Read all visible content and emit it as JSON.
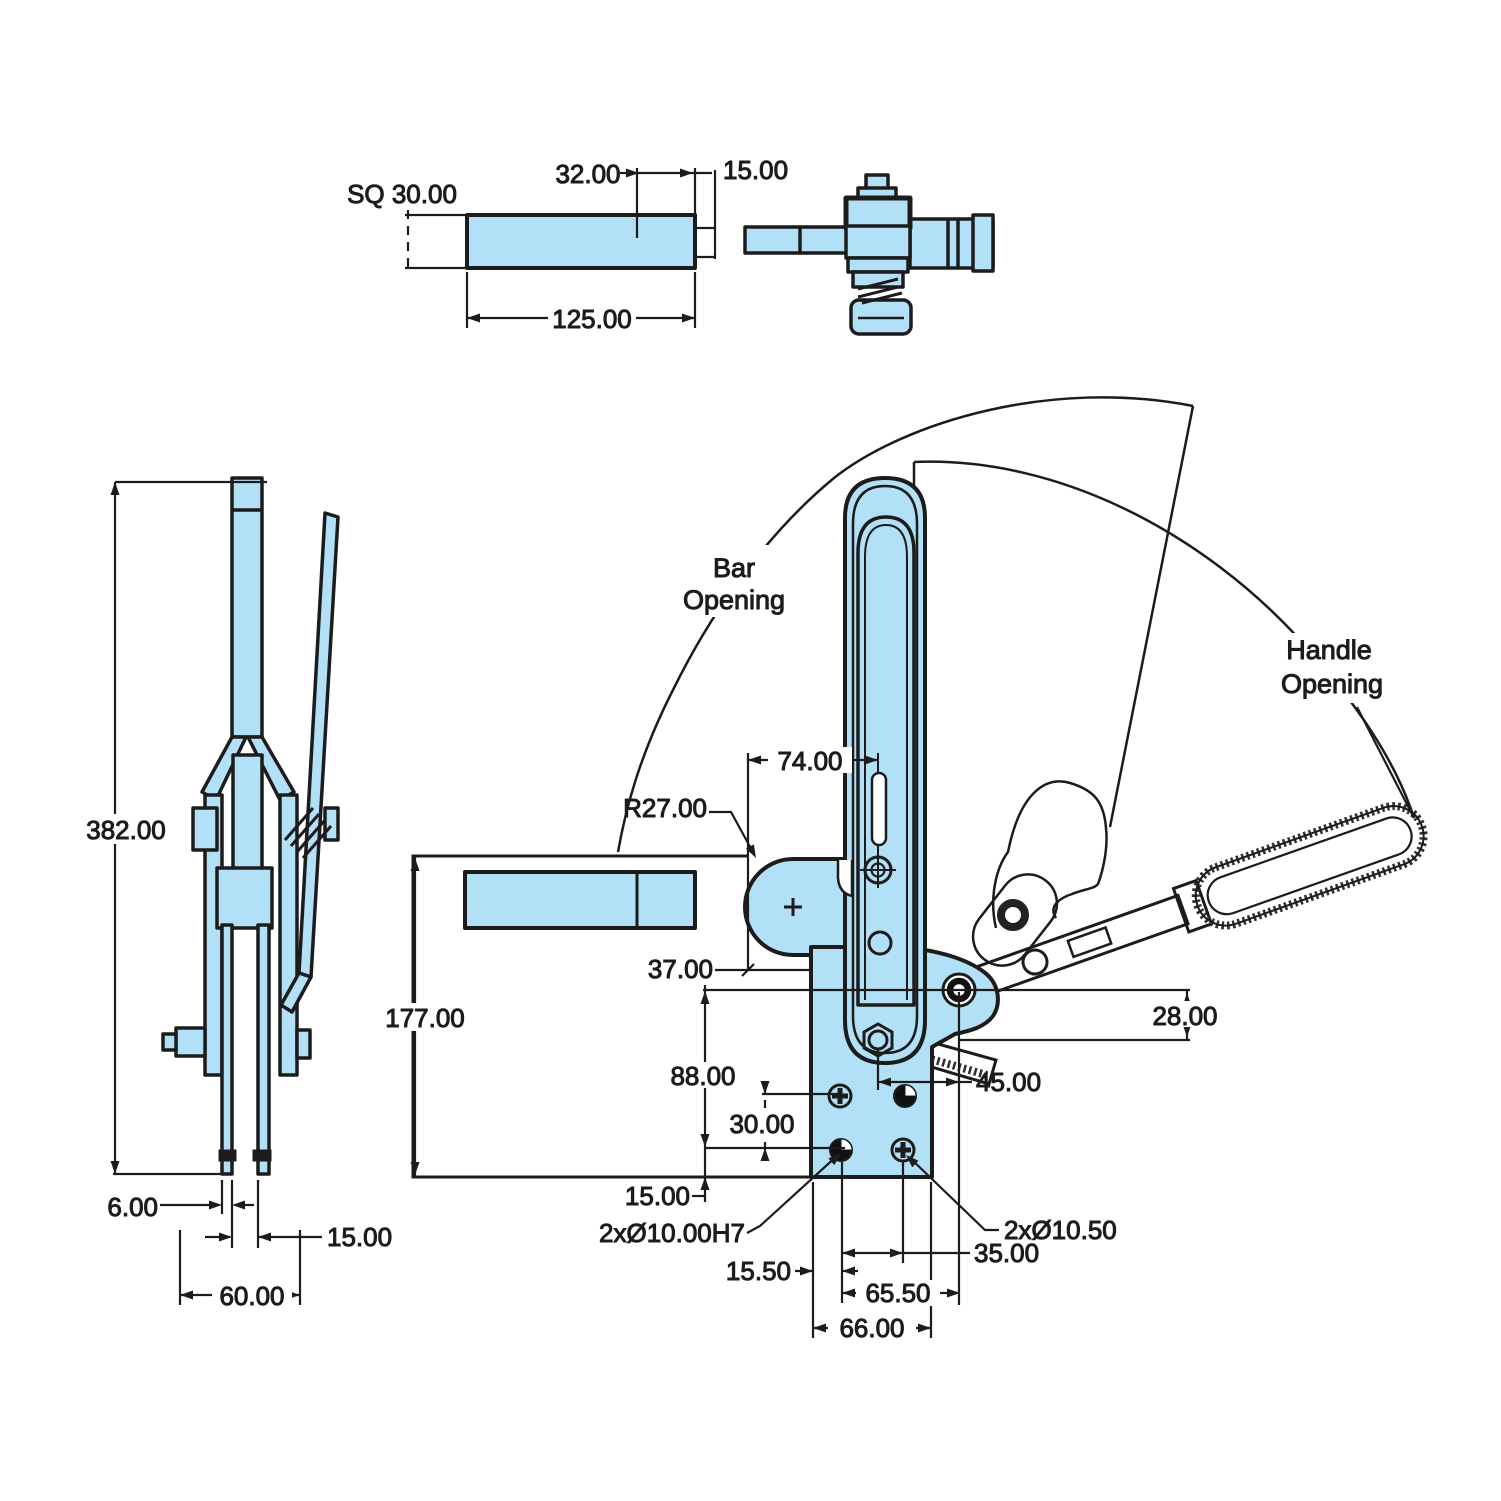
{
  "drawing": {
    "colors": {
      "part": "#B2E0F6",
      "line": "#1C1C1C"
    },
    "annotations": {
      "bar_opening": [
        "Bar",
        "Opening"
      ],
      "handle_opening": [
        "Handle",
        "Opening"
      ]
    },
    "dimensions": {
      "sq_bar": "SQ 30.00",
      "slot_length": "32.00",
      "slot_depth": "15.00",
      "bar_length": "125.00",
      "overall_height": "382.00",
      "prong_width": "6.00",
      "prong_gap": "15.00",
      "base_width": "60.00",
      "bar_offset": "74.00",
      "radius": "R27.00",
      "datum_offset": "37.00",
      "box_height": "177.00",
      "pivot_height": "88.00",
      "hole_spacing_v": "30.00",
      "hole_bottom_offset": "15.00",
      "handle_drop": "28.00",
      "pin_offset": "45.00",
      "holes_fit": "2xØ10.00H7",
      "holes_clearance": "2xØ10.50",
      "hole_spacing_h": "35.00",
      "edge_offset": "15.50",
      "hole_span": "65.50",
      "plate_width": "66.00"
    }
  }
}
